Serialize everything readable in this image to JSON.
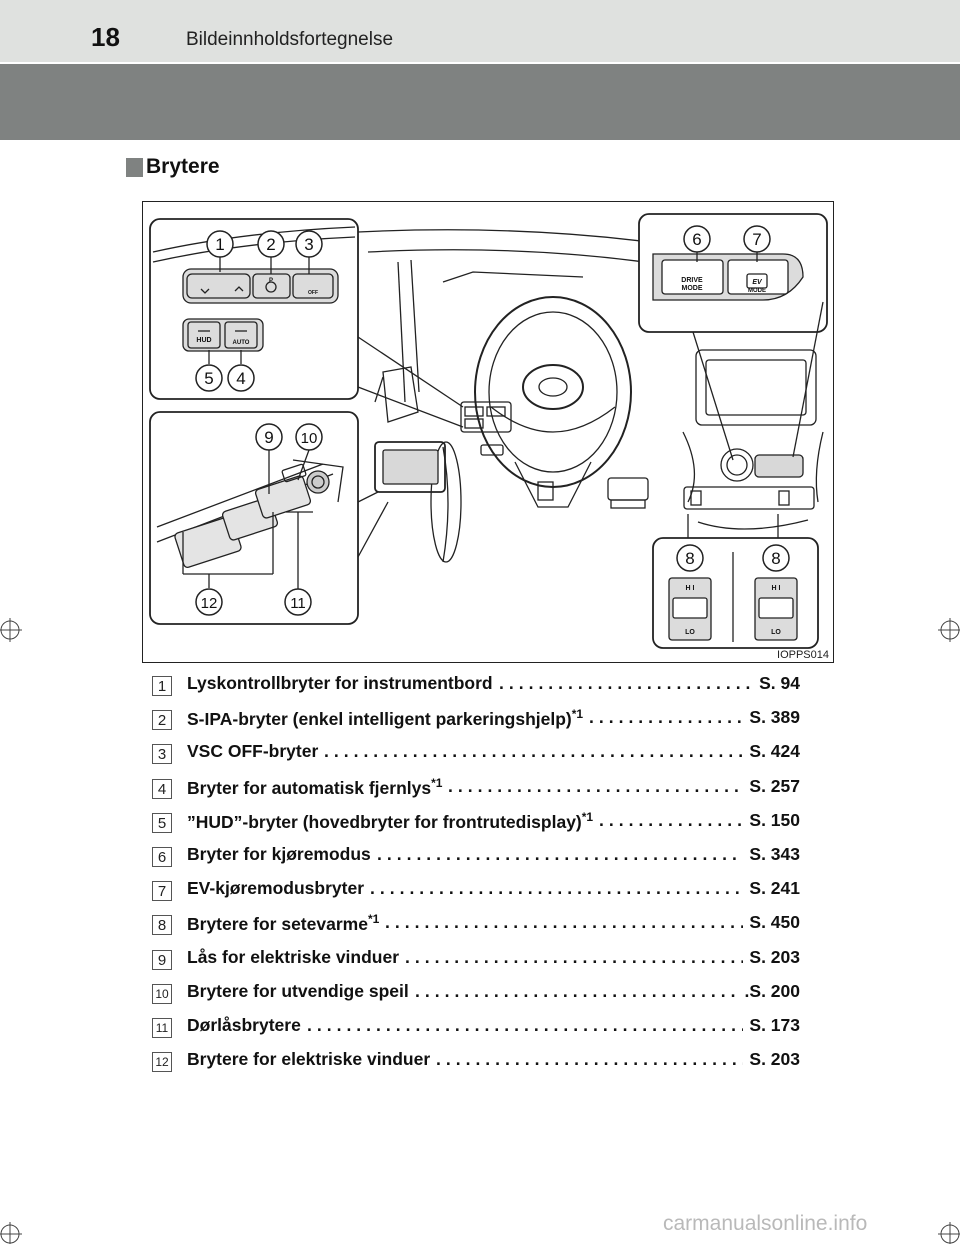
{
  "header": {
    "page_number": "18",
    "title": "Bildeinnholdsfortegnelse"
  },
  "section": {
    "title": "Brytere"
  },
  "figure": {
    "code": "IOPPS014",
    "callouts": [
      "1",
      "2",
      "3",
      "4",
      "5",
      "6",
      "7",
      "8",
      "8",
      "9",
      "10",
      "11",
      "12"
    ],
    "switch_labels": {
      "hud": "HUD",
      "auto": "AUTO",
      "drive_mode": "DRIVE\nMODE",
      "ev": "EV",
      "ev_mode": "MODE",
      "hi": "H I",
      "lo": "LO",
      "off": "OFF",
      "p": "P"
    }
  },
  "items": [
    {
      "num": "1",
      "label": "Lyskontrollbryter for instrumentbord",
      "sup": "",
      "page": "S. 94"
    },
    {
      "num": "2",
      "label": "S-IPA-bryter (enkel intelligent parkeringshjelp)",
      "sup": "*1",
      "page": "S. 389"
    },
    {
      "num": "3",
      "label": "VSC OFF-bryter",
      "sup": "",
      "page": "S. 424"
    },
    {
      "num": "4",
      "label": "Bryter for automatisk fjernlys",
      "sup": "*1",
      "page": "S. 257"
    },
    {
      "num": "5",
      "label": "”HUD”-bryter (hovedbryter for frontrutedisplay)",
      "sup": "*1",
      "page": "S. 150"
    },
    {
      "num": "6",
      "label": "Bryter for kjøremodus",
      "sup": "",
      "page": "S. 343"
    },
    {
      "num": "7",
      "label": "EV-kjøremodusbryter",
      "sup": "",
      "page": "S. 241"
    },
    {
      "num": "8",
      "label": "Brytere for setevarme",
      "sup": "*1",
      "page": "S. 450"
    },
    {
      "num": "9",
      "label": "Lås for elektriske vinduer",
      "sup": "",
      "page": "S. 203"
    },
    {
      "num": "10",
      "label": "Brytere for utvendige speil",
      "sup": "",
      "page": ".S. 200"
    },
    {
      "num": "11",
      "label": "Dørlåsbrytere",
      "sup": "",
      "page": "S. 173"
    },
    {
      "num": "12",
      "label": "Brytere for elektriske vinduer",
      "sup": "",
      "page": "S. 203"
    }
  ],
  "watermark": "carmanualsonline.info"
}
